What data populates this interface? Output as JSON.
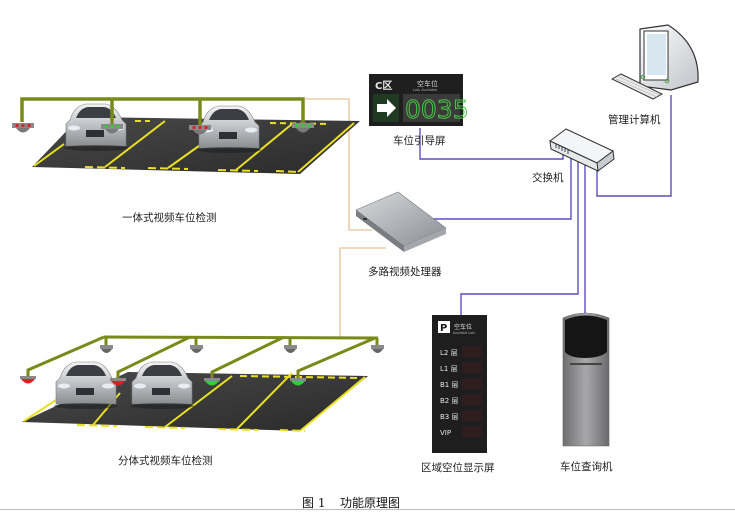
{
  "figure": {
    "caption_number": "图 1",
    "caption_title": "功能原理图"
  },
  "nodes": {
    "integrated_detection": {
      "label": "一体式视频车位检测"
    },
    "split_detection": {
      "label": "分体式视频车位检测"
    },
    "guidance_screen": {
      "label": "车位引导屏",
      "zone": "C区",
      "header_cn": "空车位",
      "header_en": "Lots Available",
      "count": "0035",
      "arrow": "right-arrow"
    },
    "switch": {
      "label": "交换机"
    },
    "management_pc": {
      "label": "管理计算机"
    },
    "video_processor": {
      "label": "多路视频处理器"
    },
    "area_display": {
      "label": "区域空位显示屏",
      "logo": "P",
      "header_cn": "空车位",
      "header_en": "Available Lots",
      "rows": [
        "L2 层",
        "L1 层",
        "B1 层",
        "B2 层",
        "B3 层",
        "VIP"
      ]
    },
    "query_kiosk": {
      "label": "车位查询机"
    }
  },
  "colors": {
    "network_line": "#5a4fc0",
    "video_line": "#e8c49a",
    "sensor_bracket": "#7a8a1a",
    "occupied": "#e02020",
    "free": "#30d030",
    "parking_lane": "#e8e020"
  }
}
